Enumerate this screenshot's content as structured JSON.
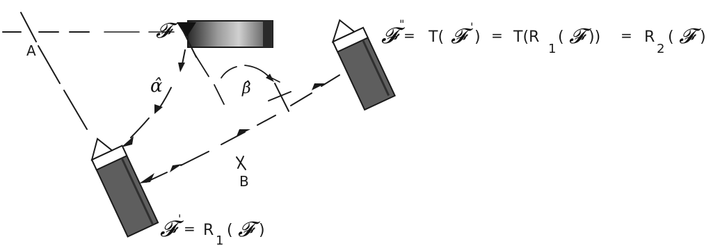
{
  "points": {
    "a": "A",
    "b": "B"
  },
  "figures": {
    "original_symbol": "𝓕",
    "final_symbol": "𝓕",
    "final_mark": "\"",
    "intermediate_symbol": "𝓕",
    "intermediate_mark": "'"
  },
  "angles": {
    "alpha": "α̂",
    "beta": "β̂"
  },
  "equations": {
    "top": {
      "eq1": "=",
      "t1_open": "T(",
      "t1_sym": "𝓕",
      "t1_mark": "'",
      "t1_close": ")",
      "eq2": "=",
      "t2_open": "T(R",
      "t2_sub": "1",
      "t2_mid": "(",
      "t2_sym": "𝓕",
      "t2_close": "))",
      "eq3": "=",
      "r2_open": "R",
      "r2_sub": "2",
      "r2_mid": "(",
      "r2_sym": "𝓕",
      "r2_close": ")"
    },
    "bottom": {
      "eq": "=",
      "r1_open": "R",
      "r1_sub": "1",
      "r1_mid": "(",
      "r1_sym": "𝓕",
      "r1_close": ")"
    }
  },
  "colors": {
    "ink": "#1a1a1a",
    "block_fill": "#5e5e5e",
    "block_dark": "#2f2f2f",
    "tip_fill": "#ffffff"
  }
}
